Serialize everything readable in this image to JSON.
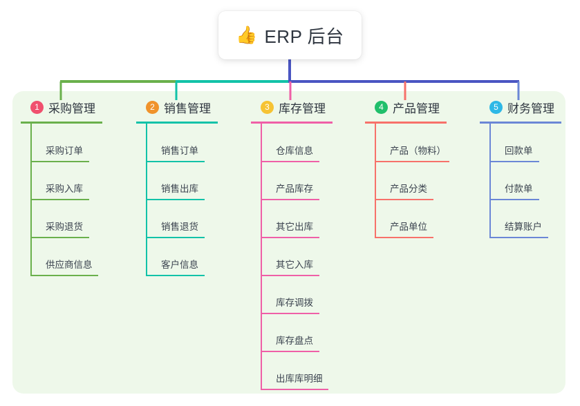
{
  "diagram": {
    "type": "mindmap-tree",
    "background_color": "#ffffff",
    "panel_color": "#eef8ea",
    "root": {
      "icon": "thumbs-up-icon",
      "emoji": "👍",
      "title": "ERP 后台",
      "stem_color": "#4a55c2"
    },
    "trunk": {
      "segments": [
        {
          "name": "trunk-segment-green",
          "color": "#6ab04c"
        },
        {
          "name": "trunk-segment-teal",
          "color": "#12c2a8"
        },
        {
          "name": "trunk-segment-blue",
          "color": "#4a55c2"
        }
      ]
    },
    "branches": [
      {
        "index": "1",
        "title": "采购管理",
        "badge_color": "#f0506e",
        "line_color": "#6ab04c",
        "rule_width": 118,
        "items": [
          {
            "label": "采购订单",
            "rule_width": 85
          },
          {
            "label": "采购入库",
            "rule_width": 85
          },
          {
            "label": "采购退货",
            "rule_width": 85
          },
          {
            "label": "供应商信息",
            "rule_width": 98
          }
        ]
      },
      {
        "index": "2",
        "title": "销售管理",
        "badge_color": "#f0932b",
        "line_color": "#12c2a8",
        "rule_width": 118,
        "items": [
          {
            "label": "销售订单",
            "rule_width": 85
          },
          {
            "label": "销售出库",
            "rule_width": 85
          },
          {
            "label": "销售退货",
            "rule_width": 85
          },
          {
            "label": "客户信息",
            "rule_width": 85
          }
        ]
      },
      {
        "index": "3",
        "title": "库存管理",
        "badge_color": "#f6c333",
        "line_color": "#ef5fa7",
        "rule_width": 118,
        "items": [
          {
            "label": "仓库信息",
            "rule_width": 85
          },
          {
            "label": "产品库存",
            "rule_width": 85
          },
          {
            "label": "其它出库",
            "rule_width": 85
          },
          {
            "label": "其它入库",
            "rule_width": 85
          },
          {
            "label": "库存调拨",
            "rule_width": 85
          },
          {
            "label": "库存盘点",
            "rule_width": 85
          },
          {
            "label": "出库库明细",
            "rule_width": 98
          }
        ]
      },
      {
        "index": "4",
        "title": "产品管理",
        "badge_color": "#20bf6b",
        "line_color": "#f7716a",
        "rule_width": 118,
        "items": [
          {
            "label": "产品（物料）",
            "rule_width": 108
          },
          {
            "label": "产品分类",
            "rule_width": 85
          },
          {
            "label": "产品单位",
            "rule_width": 85
          }
        ]
      },
      {
        "index": "5",
        "title": "财务管理",
        "badge_color": "#2eb8e6",
        "line_color": "#6b87d6",
        "rule_width": 118,
        "items": [
          {
            "label": "回款单",
            "rule_width": 72
          },
          {
            "label": "付款单",
            "rule_width": 72
          },
          {
            "label": "结算账户",
            "rule_width": 85
          }
        ]
      }
    ]
  }
}
